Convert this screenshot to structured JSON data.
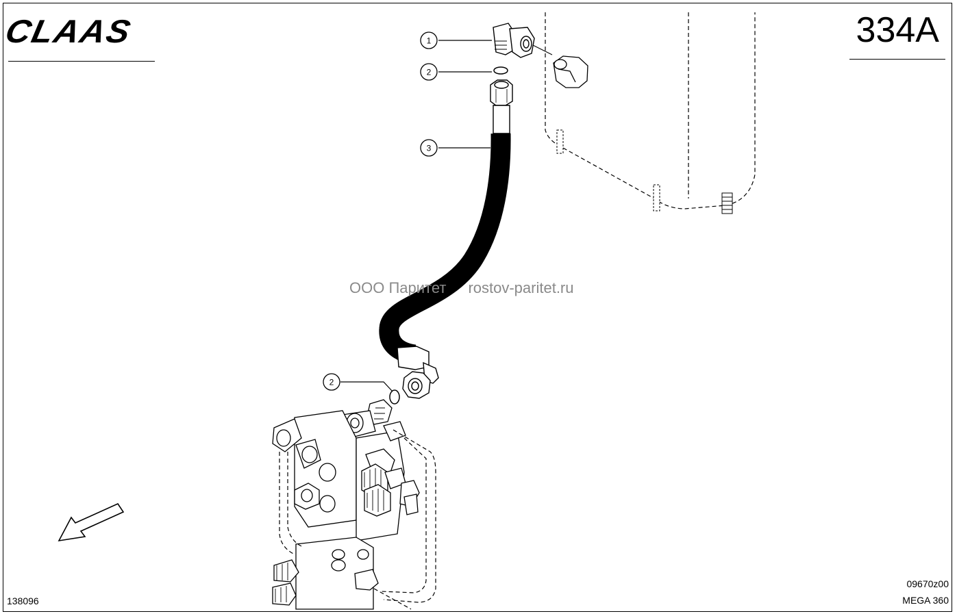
{
  "header": {
    "brand": "CLAAS",
    "page_number": "334A"
  },
  "watermark": {
    "company": "ООО Паритет",
    "site": "rostov-paritet.ru"
  },
  "footer": {
    "doc_id": "138096",
    "drawing_code": "09670z00",
    "model": "MEGA 360"
  },
  "callouts": [
    {
      "label": "1",
      "part": "elbow-fitting"
    },
    {
      "label": "2",
      "part": "o-ring-top"
    },
    {
      "label": "3",
      "part": "hydraulic-hose"
    },
    {
      "label": "2",
      "part": "o-ring-bottom"
    }
  ],
  "colors": {
    "line": "#000000",
    "watermark": "#8a8a8a"
  }
}
